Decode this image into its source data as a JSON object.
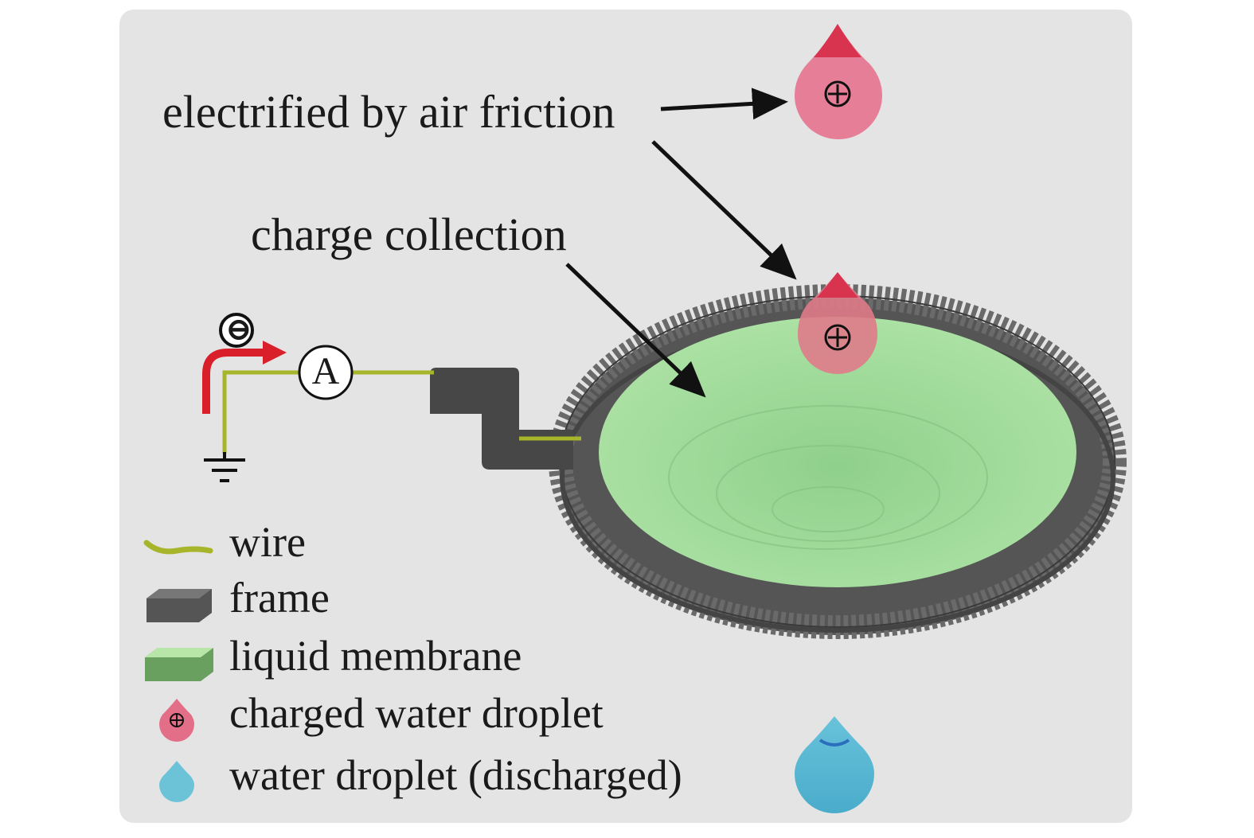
{
  "labels": {
    "air_friction": "electrified by air friction",
    "charge_collection": "charge collection"
  },
  "ammeter_symbol": "A",
  "charge_symbols": {
    "negative": "⊖",
    "positive": "⊕"
  },
  "legend": [
    {
      "key": "wire",
      "label": "wire"
    },
    {
      "key": "frame",
      "label": "frame"
    },
    {
      "key": "membrane",
      "label": "liquid membrane"
    },
    {
      "key": "charged",
      "label": "charged water droplet"
    },
    {
      "key": "discharged",
      "label": "water droplet (discharged)"
    }
  ],
  "colors": {
    "background": "#e4e4e4",
    "frame": "#4a4a4a",
    "membrane": "#9ed99a",
    "wire": "#a7b52a",
    "charged_droplet": "#e46b84",
    "discharged_droplet": "#5ab8d2",
    "current_arrow": "#d81f2a"
  }
}
